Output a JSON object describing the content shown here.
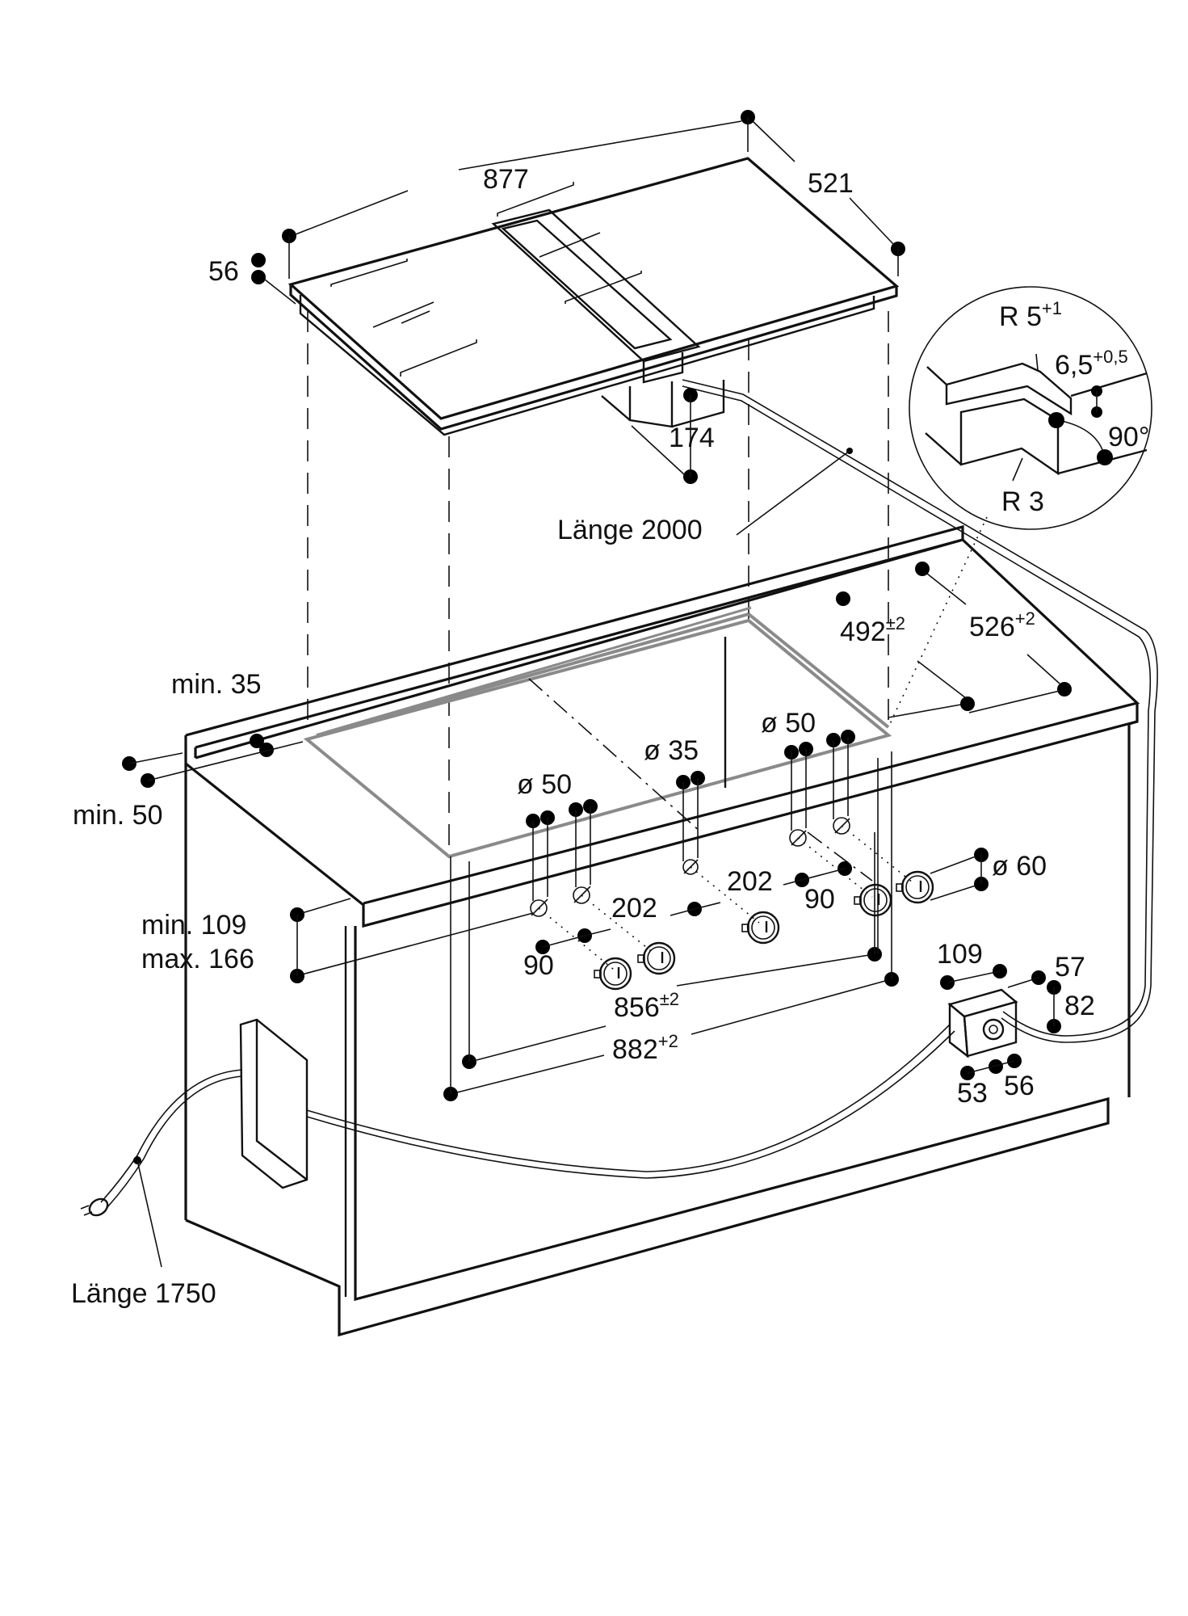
{
  "diagram": {
    "type": "installation-dimension-drawing",
    "subject": "Induction cooktop with integrated downdraft, countertop cut-out and control knobs",
    "colors": {
      "line": "#111111",
      "cutout_outline": "#8a8a8a",
      "background": "#ffffff"
    },
    "cooktop": {
      "width": "877",
      "depth": "521",
      "height": "56",
      "fan_unit_depth": "174",
      "cable_label": "Länge 2000"
    },
    "detail": {
      "radius_top": "R 5",
      "radius_top_tol": "+1",
      "step": "6,5",
      "step_tol": "+0,5",
      "angle": "90°",
      "radius_bottom": "R 3"
    },
    "countertop": {
      "min_35": "min. 35",
      "min_50": "min. 50",
      "cutout_depth": "492",
      "cutout_depth_tol": "±2",
      "overall_depth": "526",
      "overall_depth_tol": "+2",
      "thickness_min": "min. 109",
      "thickness_max": "max. 166",
      "cutout_width": "856",
      "cutout_width_tol": "±2",
      "cabinet_width": "882",
      "cabinet_width_tol": "+2"
    },
    "knobs": {
      "hole_left_1": "ø 50",
      "hole_mid": "ø 35",
      "hole_right": "ø 50",
      "knob_diameter": "ø 60",
      "spacing_left": "202",
      "spacing_right": "202",
      "offset_left": "90",
      "offset_right": "90"
    },
    "junction_box": {
      "width": "109",
      "depth": "57",
      "height": "82",
      "offset_a": "53",
      "offset_b": "56"
    },
    "power_cable": {
      "label": "Länge 1750"
    }
  }
}
